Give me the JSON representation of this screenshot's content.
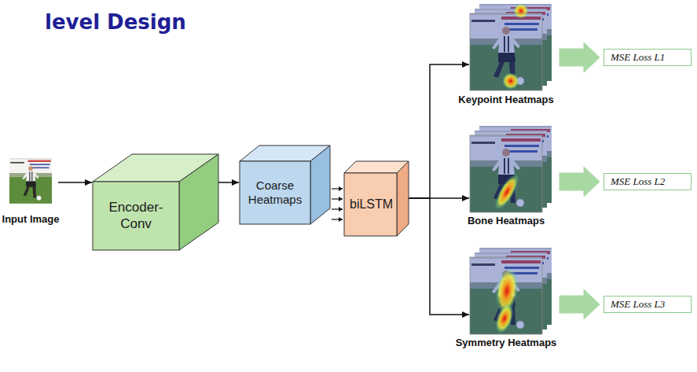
{
  "diagram": {
    "title": "level Design",
    "nodes": [
      {
        "text": [
          "Input Image"
        ]
      },
      {
        "text": [
          "Encoder-Conv"
        ]
      },
      {
        "text": [
          "Coarse Heatmaps"
        ]
      },
      {
        "text": [
          "biLSTM"
        ]
      },
      {
        "text": [
          "Keypoint Heatmaps"
        ]
      },
      {
        "text": [
          "Bone Heatmaps"
        ]
      },
      {
        "text": [
          "Symmetry Heatmaps"
        ]
      },
      {
        "text": [
          "MSE Loss L1"
        ]
      },
      {
        "text": [
          "MSE Loss L2"
        ]
      },
      {
        "text": [
          "MSE Loss L3"
        ]
      }
    ],
    "edges": [
      {
        "from": 0,
        "to": 1,
        "arrow": "to"
      },
      {
        "from": 1,
        "to": 2,
        "arrow": "to"
      },
      {
        "from": 2,
        "to": 3,
        "arrow": "to"
      },
      {
        "from": 3,
        "to": 4,
        "arrow": "to"
      },
      {
        "from": 3,
        "to": 5,
        "arrow": "to"
      },
      {
        "from": 3,
        "to": 6,
        "arrow": "to"
      },
      {
        "from": 4,
        "to": 7,
        "arrow": "to"
      },
      {
        "from": 5,
        "to": 8,
        "arrow": "to"
      },
      {
        "from": 6,
        "to": 9,
        "arrow": "to"
      }
    ]
  }
}
